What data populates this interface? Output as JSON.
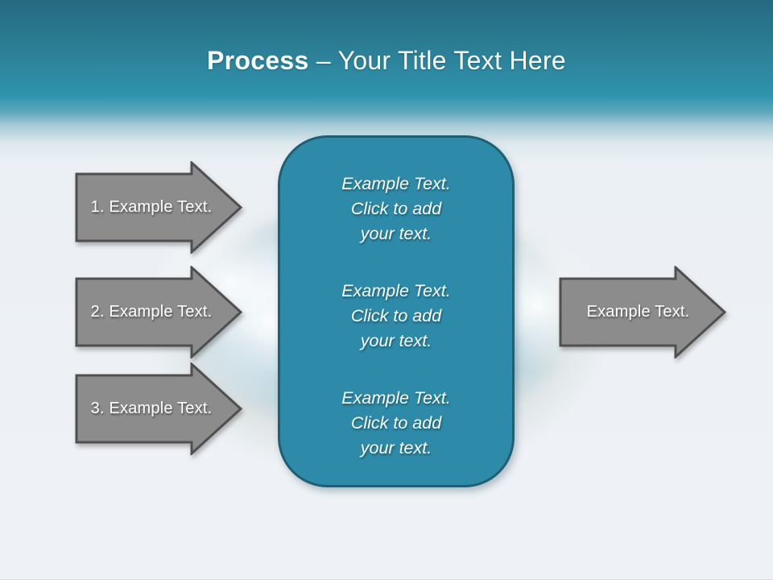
{
  "title": {
    "bold": "Process",
    "rest": " – Your Title Text Here"
  },
  "left_arrows": [
    {
      "label": "1. Example Text."
    },
    {
      "label": "2. Example Text."
    },
    {
      "label": "3. Example Text."
    }
  ],
  "right_arrow": {
    "label": "Example Text."
  },
  "center_box": {
    "blocks": [
      "Example Text.\nClick  to add\nyour text.",
      "Example Text.\nClick  to add\nyour text.",
      "Example Text.\nClick  to add\nyour text."
    ]
  },
  "colors": {
    "header_top": "#266a7f",
    "header_mid": "#3094ae",
    "arrow_fill": "#8c8c8c",
    "arrow_border": "#4f4f4f",
    "box_fill": "#2d8aa8",
    "box_border": "#1f5f74"
  }
}
